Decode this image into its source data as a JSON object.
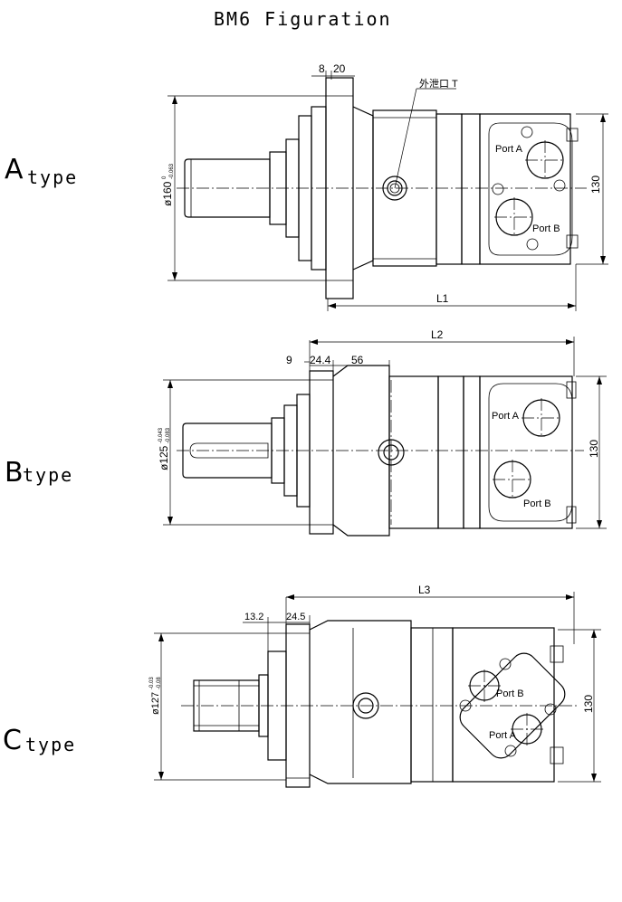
{
  "title": "BM6 Figuration",
  "types": {
    "a": {
      "letter": "A",
      "word": "type"
    },
    "b": {
      "letter": "B",
      "word": "type"
    },
    "c": {
      "letter": "C",
      "word": "type"
    }
  },
  "a_dims": {
    "flange": "8",
    "flange2": "20",
    "drain": "外泄口 T",
    "diameter": "ø160",
    "diameter_tol_upper": "0",
    "diameter_tol_lower": "-0.063",
    "height": "130",
    "length": "L1",
    "port_a": "Port A",
    "port_b": "Port B"
  },
  "b_dims": {
    "d9": "9",
    "d24": "24.4",
    "d56": "56",
    "length": "L2",
    "diameter": "ø125",
    "diameter_tol_upper": "-0.043",
    "diameter_tol_lower": "-0.083",
    "height": "130",
    "port_a": "Port A",
    "port_b": "Port B"
  },
  "c_dims": {
    "d13": "13.2",
    "d24": "24.5",
    "length": "L3",
    "diameter": "ø127",
    "diameter_tol_upper": "-0.03",
    "diameter_tol_lower": "-0.08",
    "height": "130",
    "port_a": "Port A",
    "port_b": "Port B"
  }
}
